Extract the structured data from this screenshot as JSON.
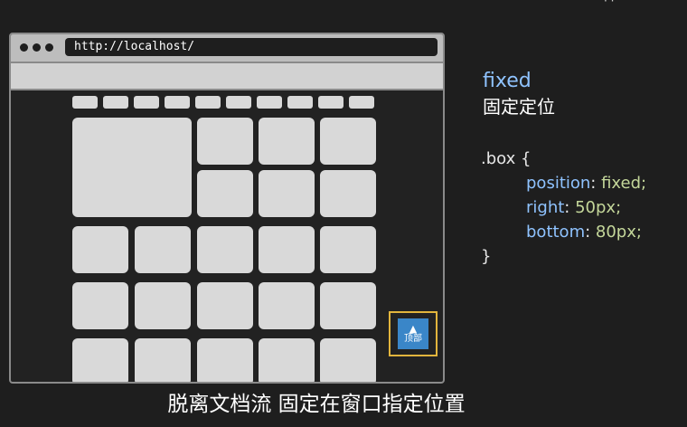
{
  "browser": {
    "url": "http://localhost/"
  },
  "back_to_top": {
    "arrow": "▲",
    "label": "顶部"
  },
  "side": {
    "keyword": "fixed",
    "subtitle": "固定定位"
  },
  "code": {
    "selector_open": ".box {",
    "decls": [
      {
        "prop": "position",
        "value": "fixed;"
      },
      {
        "prop": "right",
        "value": "50px;"
      },
      {
        "prop": "bottom",
        "value": "80px;"
      }
    ],
    "close": "}"
  },
  "caption": "脱离文档流 固定在窗口指定位置",
  "colors": {
    "background": "#1e1e1e",
    "tile": "#d9d9d9",
    "highlight_border": "#e2b53d",
    "button_fill": "#3a86c8",
    "keyword": "#8fc3ff",
    "value": "#c4d79a"
  }
}
